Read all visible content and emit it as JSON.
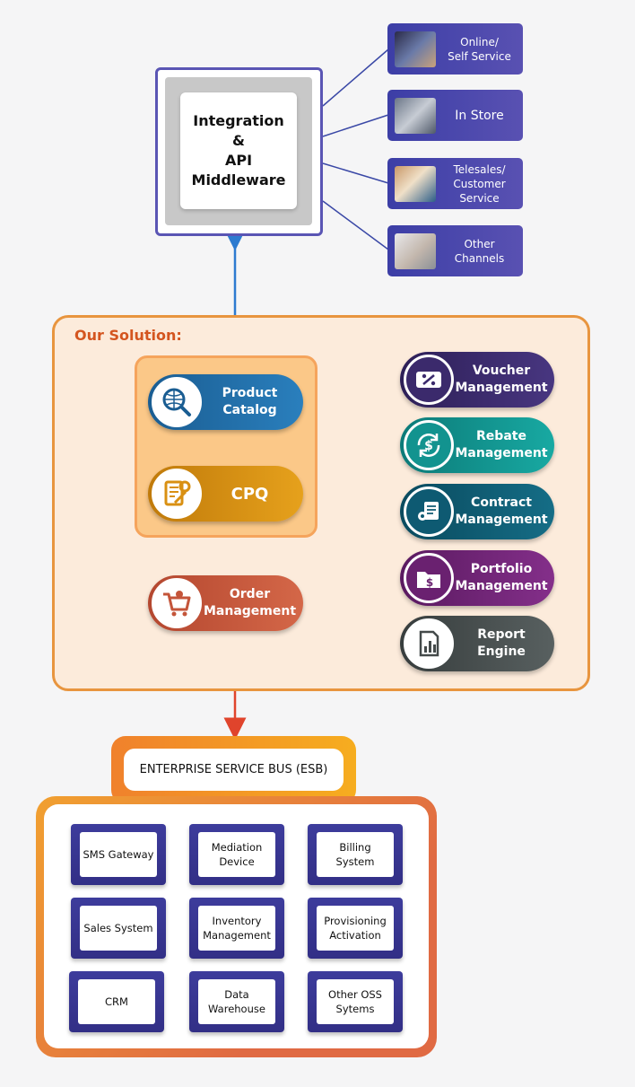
{
  "integration": {
    "title": "Integration\n&\nAPI Middleware"
  },
  "channels": [
    {
      "label": "Online/\nSelf Service",
      "icon": "online-photo-icon"
    },
    {
      "label": "In Store",
      "icon": "store-photo-icon"
    },
    {
      "label": "Telesales/\nCustomer Service",
      "icon": "telesales-photo-icon"
    },
    {
      "label": "Other Channels",
      "icon": "other-channels-photo-icon"
    }
  ],
  "solution": {
    "title": "Our Solution:",
    "left": [
      {
        "label": "Product\nCatalog",
        "icon": "globe-search-icon",
        "color": "#1f6fa8"
      },
      {
        "label": "CPQ",
        "icon": "document-gear-icon",
        "color": "#d99012"
      },
      {
        "label": "Order\nManagement",
        "icon": "shopping-cart-icon",
        "color": "#c4553a"
      }
    ],
    "right": [
      {
        "label": "Voucher\nManagement",
        "icon": "voucher-percent-icon",
        "color": "#3b2a6c"
      },
      {
        "label": "Rebate\nManagement",
        "icon": "rebate-dollar-icon",
        "color": "#12938f"
      },
      {
        "label": "Contract\nManagement",
        "icon": "contract-gear-icon",
        "color": "#0e5a72"
      },
      {
        "label": "Portfolio\nManagement",
        "icon": "portfolio-folder-icon",
        "color": "#6a2170"
      },
      {
        "label": "Report Engine",
        "icon": "report-chart-icon",
        "color": "#444a4a"
      }
    ]
  },
  "esb": {
    "label": "ENTERPRISE SERVICE BUS (ESB)"
  },
  "systems": [
    "SMS Gateway",
    "Mediation\nDevice",
    "Billing\nSystem",
    "Sales System",
    "Inventory\nManagement",
    "Provisioning\nActivation",
    "CRM",
    "Data\nWarehouse",
    "Other OSS\nSytems"
  ],
  "colors": {
    "channel": "#4a47ad",
    "solution_border": "#e8953f",
    "arrow_blue": "#2d7bd0",
    "arrow_red": "#e0442c"
  }
}
